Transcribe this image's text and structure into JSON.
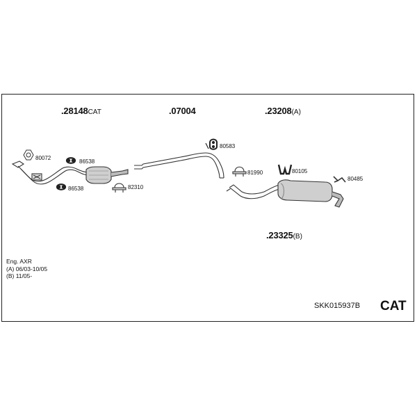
{
  "groups": {
    "catalyst": {
      "number": ".28148",
      "suffix": "CAT"
    },
    "middle_pipe": {
      "number": ".07004",
      "suffix": ""
    },
    "rear_silencer": {
      "number": ".23208",
      "suffix": "(A)"
    },
    "rear_silencer_b": {
      "number": ".23325",
      "suffix": "(B)"
    }
  },
  "part_labels": {
    "p80072": "80072",
    "p86538a": "86538",
    "p86538b": "86538",
    "p82310": "82310",
    "p80583": "80583",
    "p81990": "81990",
    "p80105": "80105",
    "p80485": "80485"
  },
  "notes": {
    "engine": "Eng. AXR",
    "variant_a": "(A) 06/03-10/05",
    "variant_b": "(B) 11/05-"
  },
  "reference_code": "SKK015937B",
  "badge": "CAT"
}
